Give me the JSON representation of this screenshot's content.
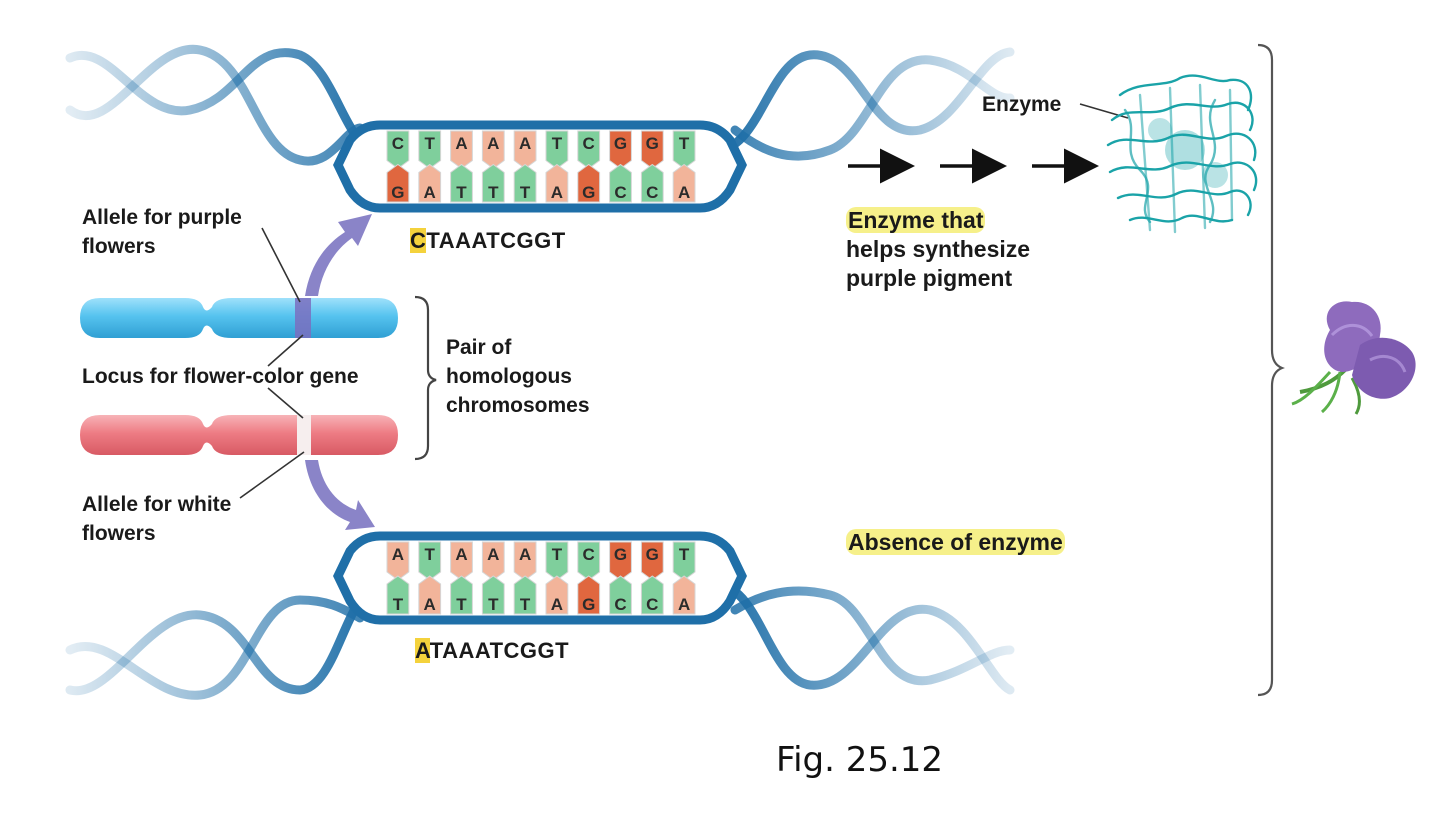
{
  "labels": {
    "allele_purple": [
      "Allele for purple",
      "flowers"
    ],
    "locus": "Locus for flower-color gene",
    "pair": [
      "Pair of",
      "homologous",
      "chromosomes"
    ],
    "allele_white": [
      "Allele for white",
      "flowers"
    ],
    "enzyme": "Enzyme",
    "enzyme_desc": [
      "Enzyme that",
      "helps synthesize",
      "purple pigment"
    ],
    "absence": "Absence of enzyme",
    "caption": "Fig. 25.12"
  },
  "dna_purple": {
    "top_strand": [
      "C",
      "T",
      "A",
      "A",
      "A",
      "T",
      "C",
      "G",
      "G",
      "T"
    ],
    "bottom_strand": [
      "G",
      "A",
      "T",
      "T",
      "T",
      "A",
      "G",
      "C",
      "C",
      "A"
    ],
    "sequence_first": "C",
    "sequence_rest": "TAAATCGGT"
  },
  "dna_white": {
    "top_strand": [
      "A",
      "T",
      "A",
      "A",
      "A",
      "T",
      "C",
      "G",
      "G",
      "T"
    ],
    "bottom_strand": [
      "T",
      "A",
      "T",
      "T",
      "T",
      "A",
      "G",
      "C",
      "C",
      "A"
    ],
    "sequence_first": "A",
    "sequence_rest": "TAAATCGGT"
  },
  "colors": {
    "dna_blue": "#1f6fa8",
    "chromosome_blue": "#56c3ef",
    "chromosome_red": "#ee7c84",
    "arrow_purple": "#8a84c8",
    "enzyme_teal": "#1aa3a8",
    "flower_purple": "#8e6bbd",
    "highlight": "#f6f08a",
    "base_A": "#f2b49a",
    "base_T": "#7fcf9c",
    "base_C": "#7fcf9c",
    "base_G": "#e0673f"
  }
}
